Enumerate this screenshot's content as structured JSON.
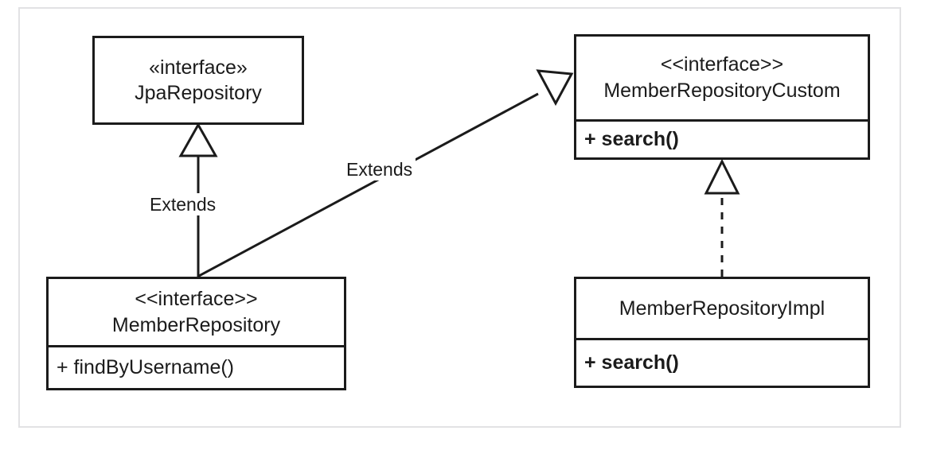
{
  "diagram": {
    "type": "uml-class-diagram",
    "canvas": {
      "background": "#ffffff",
      "border_color": "#e2e2e4"
    },
    "stroke_color": "#1b1b1b",
    "classes": [
      {
        "id": "jpa-repository",
        "stereotype": "«interface»",
        "name": "JpaRepository",
        "members": []
      },
      {
        "id": "member-repository-custom",
        "stereotype": "<<interface>>",
        "name": "MemberRepositoryCustom",
        "members": [
          {
            "text": "+ search()",
            "bold": true
          }
        ]
      },
      {
        "id": "member-repository",
        "stereotype": "<<interface>>",
        "name": "MemberRepository",
        "members": [
          {
            "text": "+ findByUsername()",
            "bold": false
          }
        ]
      },
      {
        "id": "member-repository-impl",
        "stereotype": "",
        "name": "MemberRepositoryImpl",
        "members": [
          {
            "text": "+ search()",
            "bold": true
          }
        ]
      }
    ],
    "relationships": [
      {
        "id": "extends-jpa",
        "kind": "generalization",
        "from": "member-repository",
        "to": "jpa-repository",
        "line": "solid",
        "arrowhead": "hollow-triangle",
        "label": "Extends"
      },
      {
        "id": "extends-custom",
        "kind": "generalization",
        "from": "member-repository",
        "to": "member-repository-custom",
        "line": "solid",
        "arrowhead": "hollow-triangle",
        "label": "Extends"
      },
      {
        "id": "implements-custom",
        "kind": "realization",
        "from": "member-repository-impl",
        "to": "member-repository-custom",
        "line": "dashed",
        "arrowhead": "hollow-triangle",
        "label": ""
      }
    ]
  }
}
